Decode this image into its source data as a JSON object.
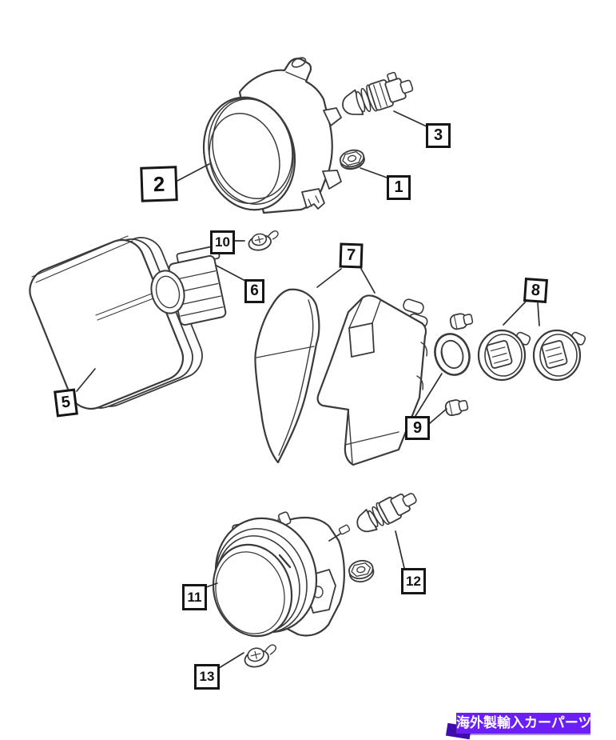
{
  "page": {
    "background_color": "#ffffff"
  },
  "diagram": {
    "line_color": "#3a3a3a",
    "callouts": {
      "c1": "1",
      "c2": "2",
      "c3": "3",
      "c5": "5",
      "c6": "6",
      "c7": "7",
      "c8": "8",
      "c9": "9",
      "c10": "10",
      "c11": "11",
      "c12": "12",
      "c13": "13"
    }
  },
  "banner": {
    "text": "海外製輸入カーパーツ",
    "background_color": "#6c1ef7",
    "text_color": "#ffffff",
    "shadow_color": "#3f0dae"
  }
}
